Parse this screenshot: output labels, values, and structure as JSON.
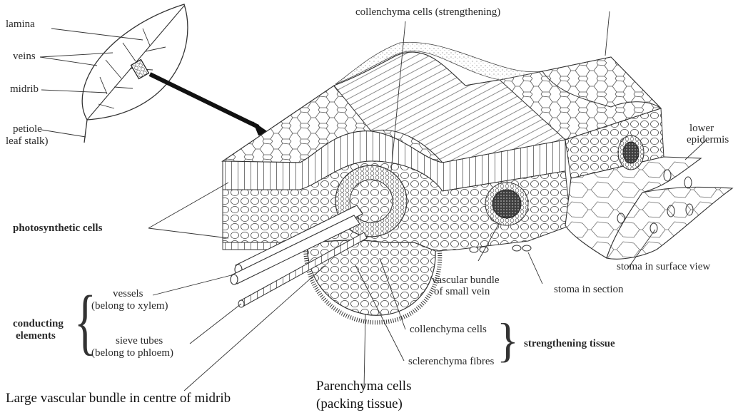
{
  "labels": {
    "lamina": "lamina",
    "veins": "veins",
    "midrib": "midrib",
    "petiole_1": "petiole",
    "petiole_2": "leaf stalk)",
    "collenchyma_top": "collenchyma cells (strengthening)",
    "lower_epidermis_1": "lower",
    "lower_epidermis_2": "epidermis",
    "photosynthetic": "photosynthetic cells",
    "vessels_1": "vessels",
    "vessels_2": "(belong to xylem)",
    "sieve_1": "sieve tubes",
    "sieve_2": "(belong to phloem)",
    "conducting_1": "conducting",
    "conducting_2": "elements",
    "vascular_small_1": "vascular bundle",
    "vascular_small_2": "of small vein",
    "stoma_section": "stoma in section",
    "stoma_surface": "stoma in surface view",
    "collenchyma_cells": "collenchyma cells",
    "sclerenchyma": "sclerenchyma fibres",
    "strengthening": "strengthening tissue"
  },
  "captions": {
    "large_bundle": "Large vascular bundle in centre of midrib",
    "parenchyma_1": "Parenchyma cells",
    "parenchyma_2": "(packing tissue)"
  },
  "colors": {
    "ink": "#2a2a2a",
    "vascular_core": "#4a4a4a",
    "paper": "#ffffff"
  }
}
